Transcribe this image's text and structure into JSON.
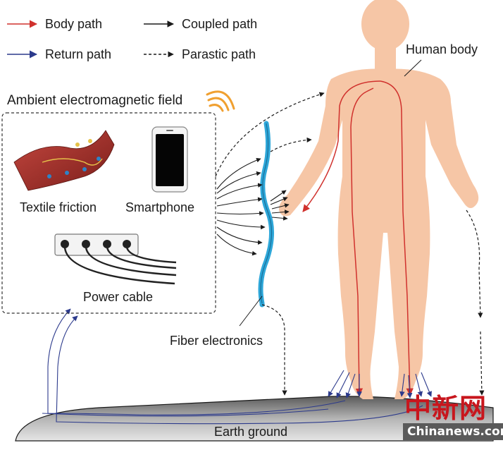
{
  "legend": {
    "body_path": "Body path",
    "coupled_path": "Coupled path",
    "return_path": "Return path",
    "parasitic_path": "Parastic path"
  },
  "labels": {
    "human_body": "Human body",
    "ambient_field": "Ambient electromagnetic field",
    "textile_friction": "Textile friction",
    "smartphone": "Smartphone",
    "power_cable": "Power cable",
    "fiber_electronics": "Fiber electronics",
    "earth_ground": "Earth ground"
  },
  "watermark": {
    "chinese": "中新网",
    "site": "Chinanews.com"
  },
  "colors": {
    "body_path": "#d0312d",
    "return_path": "#2c3a8c",
    "coupled_path": "#1a1a1a",
    "skin": "#f6c6a6",
    "fiber": "#2ea7d9",
    "ground": "#7a7a7a"
  }
}
